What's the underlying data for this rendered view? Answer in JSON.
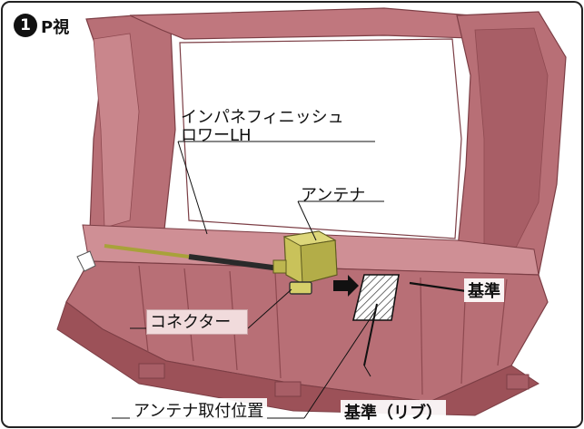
{
  "view": {
    "number": "1",
    "label": "P視"
  },
  "labels": {
    "panel_line1": "インパネフィニッシュ",
    "panel_line2": "ロワーLH",
    "antenna": "アンテナ",
    "connector": "コネクター",
    "reference": "基準",
    "reference_rib": "基準（リブ）",
    "mount_position": "アンテナ取付位置"
  },
  "colors": {
    "panel_fill": "#b86f76",
    "panel_dark": "#8e4950",
    "panel_light": "#d79aa0",
    "antenna_fill": "#c9c25a",
    "frame_border": "#222222"
  }
}
